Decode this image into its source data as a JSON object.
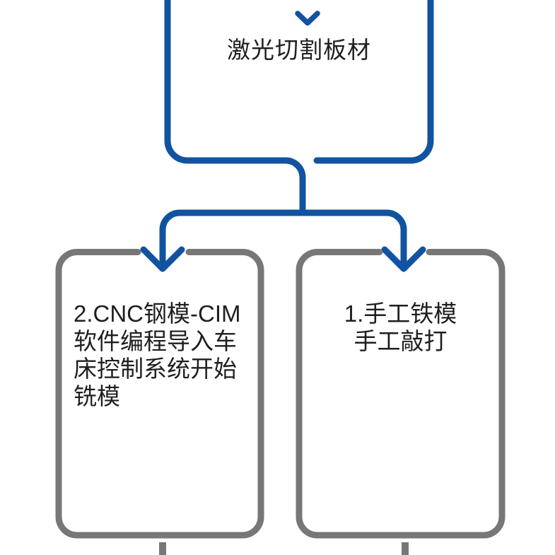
{
  "flowchart": {
    "nodes": {
      "top": {
        "label": "激光切割板材"
      },
      "left": {
        "text": "2.CNC钢模-CIM\n软件编程导入车\n床控制系统开始\n铣模"
      },
      "right": {
        "text": "1.手工铁模\n手工敲打"
      }
    },
    "icons": {
      "top_entry": "chevron-down-icon",
      "left_branch": "arrow-down-icon",
      "right_branch": "arrow-down-icon"
    },
    "colors": {
      "connector_blue": "#1153A0",
      "node_border_gray": "#777777",
      "text_dark": "#1F1F1F"
    }
  }
}
